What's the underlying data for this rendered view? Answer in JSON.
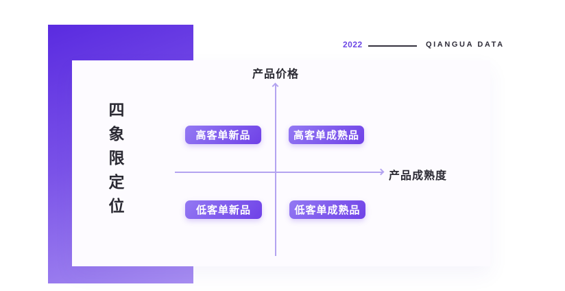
{
  "header": {
    "year": "2022",
    "brand": "QIANGUA DATA"
  },
  "title": "四象限定位",
  "diagram": {
    "y_axis_label": "产品价格",
    "x_axis_label": "产品成熟度",
    "quadrants": {
      "top_left": "高客单新品",
      "top_right": "高客单成熟品",
      "bottom_left": "低客单新品",
      "bottom_right": "低客单成熟品"
    }
  },
  "colors": {
    "accent_gradient_start": "#5a2be0",
    "accent_gradient_end": "#a78ef1",
    "pill_gradient_start": "#9379f3",
    "pill_gradient_end": "#6f41e7",
    "axis_line": "#b3a3f0",
    "year_text": "#6b46e5",
    "dark_text": "#2b2a33",
    "card_background": "#fdfbff"
  }
}
